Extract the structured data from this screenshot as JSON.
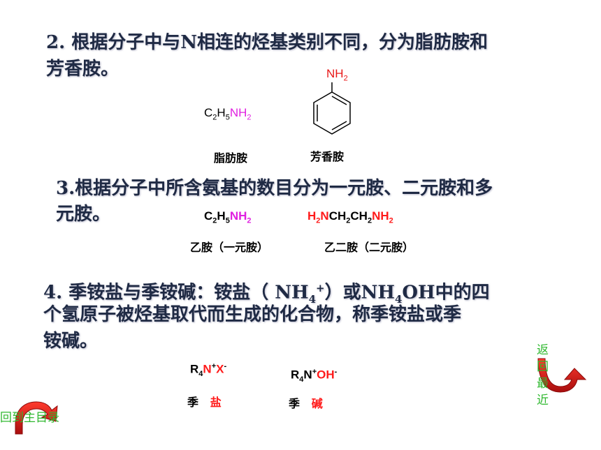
{
  "section2": {
    "line1": "2. 根据分子中与N相连的烃基类别不同，分为脂肪胺和",
    "line2": "芳香胺。",
    "aliphatic_c": "C",
    "aliphatic_c_sub": "2",
    "aliphatic_h": "H",
    "aliphatic_h_sub": "5",
    "aliphatic_amine_group": "NH",
    "aliphatic_amine_sub": "2",
    "aniline_group": "NH",
    "aniline_group_sub": "2",
    "aliphatic_label": "脂肪胺",
    "aromatic_label": "芳香胺"
  },
  "section3": {
    "line1": "3.根据分子中所含氨基的数目分为一元胺、二元胺和多",
    "line2": "元胺。",
    "mono_c": "C",
    "mono_c_sub": "2",
    "mono_h": "H",
    "mono_h_sub": "5",
    "mono_nh": "NH",
    "mono_nh_sub": "2",
    "di_h": "H",
    "di_h_sub": "2",
    "di_n": "N",
    "di_ch_a": "CH",
    "di_ch_a_sub": "2",
    "di_ch_b": "CH",
    "di_ch_b_sub": "2",
    "di_nh": "NH",
    "di_nh_sub": "2",
    "mono_label": "乙胺（一元胺）",
    "di_label": "乙二胺（二元胺）"
  },
  "section4": {
    "line1_a": "4. 季铵盐与季铵碱：铵盐（ NH",
    "line1_sub": "4",
    "line1_sup": "+",
    "line1_b": "）或NH",
    "line1_sub2": "4",
    "line1_c": "OH中的四",
    "line2": "个氢原子被烃基取代而生成的化合物，称季铵盐或季",
    "line3": "铵碱。",
    "salt_r": "R",
    "salt_r_sub": "4",
    "salt_n": "N",
    "salt_n_sup": "+",
    "salt_x": "X",
    "salt_x_sup": "-",
    "base_r": "R",
    "base_r_sub": "4",
    "base_n": "N",
    "base_n_sup": "+",
    "base_oh": "OH",
    "base_oh_sup": "-",
    "salt_label_a": "季",
    "salt_label_b": "盐",
    "base_label_a": "季",
    "base_label_b": "碱"
  },
  "nav": {
    "back_recent": [
      "返",
      "回",
      "最",
      "近"
    ],
    "back_main": "回到主目录"
  },
  "colors": {
    "text": "#1f2a44",
    "magenta": "#e020e0",
    "red": "#ff1a1a",
    "nav_green": "#2fb82f",
    "arrow_red": "#d01818"
  }
}
